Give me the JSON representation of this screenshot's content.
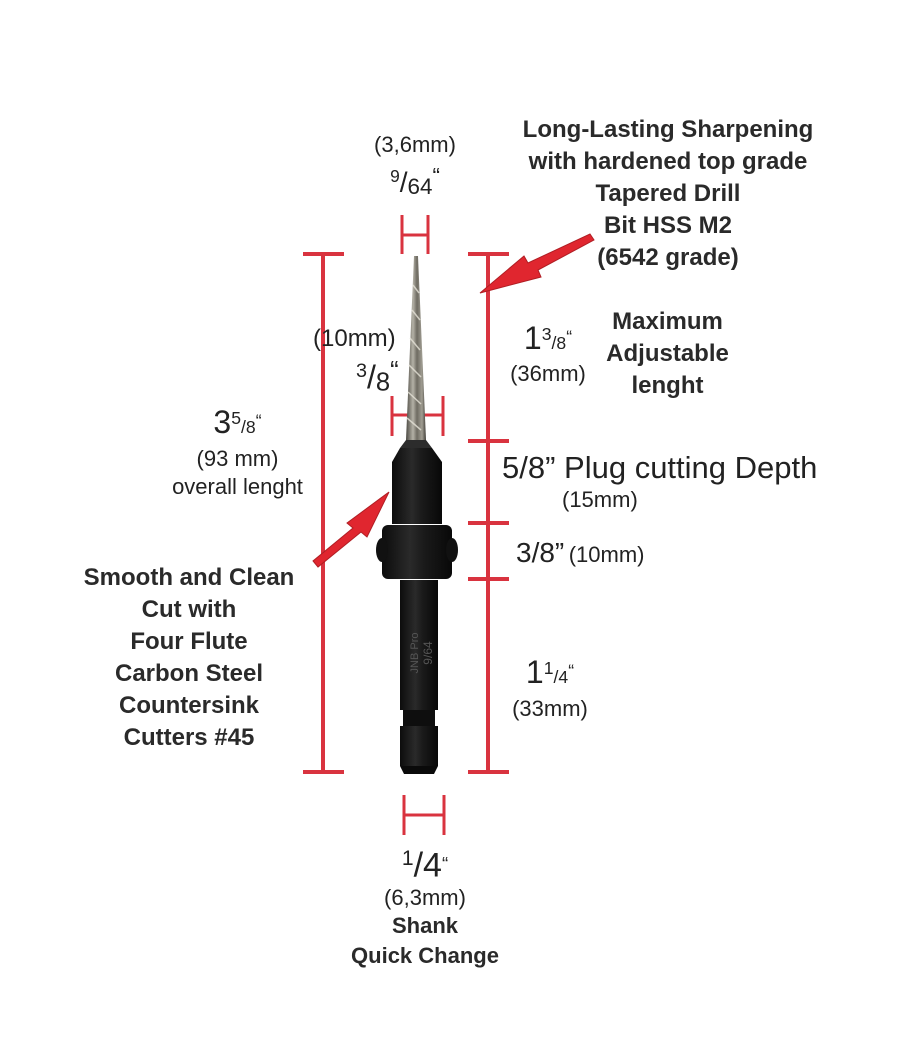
{
  "colors": {
    "dimension_line": "#d9333f",
    "text": "#222222",
    "bold_text": "#2a2a2a",
    "background": "#ffffff",
    "bit_body": "#1a1a1a",
    "drill_steel": "#8a877c"
  },
  "product": {
    "shank_marking_brand": "JNB Pro",
    "shank_marking_size": "9/64"
  },
  "annotations": {
    "tip_diameter": {
      "mm": "(3,6mm)",
      "inch_num": "9",
      "inch_den": "64",
      "inch_mark": "“"
    },
    "drill_feature": {
      "lines": [
        "Long-Lasting Sharpening",
        "with hardened top grade",
        "Tapered Drill",
        "Bit HSS M2",
        "(6542 grade)"
      ]
    },
    "drill_section_diameter": {
      "mm": "(10mm)",
      "inch_num": "3",
      "inch_den": "8",
      "inch_mark": "“"
    },
    "max_adjustable": {
      "inch_whole": "1",
      "inch_num": "3",
      "inch_den": "8",
      "inch_mark": "“",
      "mm": "(36mm)",
      "label_lines": [
        "Maximum",
        "Adjustable",
        "lenght"
      ]
    },
    "overall_length": {
      "inch_whole": "3",
      "inch_num": "5",
      "inch_den": "8",
      "inch_mark": "“",
      "mm": "(93 mm)",
      "label": "overall lenght"
    },
    "plug_depth": {
      "label": "5/8” Plug cutting Depth",
      "mm": "(15mm)"
    },
    "collar_length": {
      "inch": "3/8”",
      "mm": "(10mm)"
    },
    "countersink_feature": {
      "lines": [
        "Smooth and Clean",
        "Cut with",
        "Four Flute",
        "Carbon Steel",
        "Countersink",
        "Cutters #45"
      ]
    },
    "shank_length": {
      "inch_whole": "1",
      "inch_num": "1",
      "inch_den": "4",
      "inch_mark": "“",
      "mm": "(33mm)"
    },
    "shank_diameter": {
      "inch_num": "1",
      "inch_den": "4",
      "inch_mark": "“",
      "mm": "(6,3mm)",
      "label_lines": [
        "Shank",
        "Quick Change"
      ]
    }
  }
}
